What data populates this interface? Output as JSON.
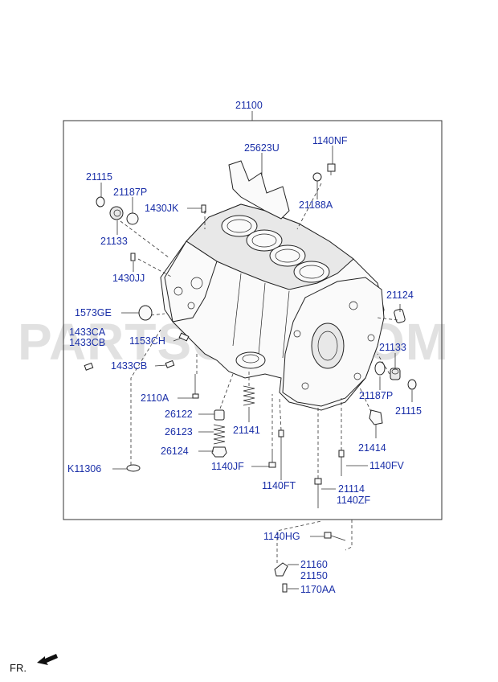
{
  "watermark": "PARTSOUQ.COM",
  "direction_label": "FR.",
  "assembly_number": "21100",
  "labels": {
    "p25623U": "25623U",
    "p1140NF": "1140NF",
    "p21188A": "21188A",
    "p21115a": "21115",
    "p21187Pa": "21187P",
    "p1430JK": "1430JK",
    "p21133a": "21133",
    "p1430JJ": "1430JJ",
    "p1573GE": "1573GE",
    "p1433CA": "1433CA",
    "p1433CB": "1433CB",
    "p1153CH": "1153CH",
    "p1433CB2": "1433CB",
    "p21124": "21124",
    "p21133b": "21133",
    "p21187Pb": "21187P",
    "p21115b": "21115",
    "p2110A": "2110A",
    "p26122": "26122",
    "p26123": "26123",
    "p26124": "26124",
    "p21141": "21141",
    "p21414": "21414",
    "pK11306": "K11306",
    "p1140JF": "1140JF",
    "p1140FV": "1140FV",
    "p1140FT": "1140FT",
    "p21114": "21114",
    "p1140ZF": "1140ZF",
    "p1140HG": "1140HG",
    "p21160": "21160",
    "p21150": "21150",
    "p1170AA": "1170AA"
  }
}
